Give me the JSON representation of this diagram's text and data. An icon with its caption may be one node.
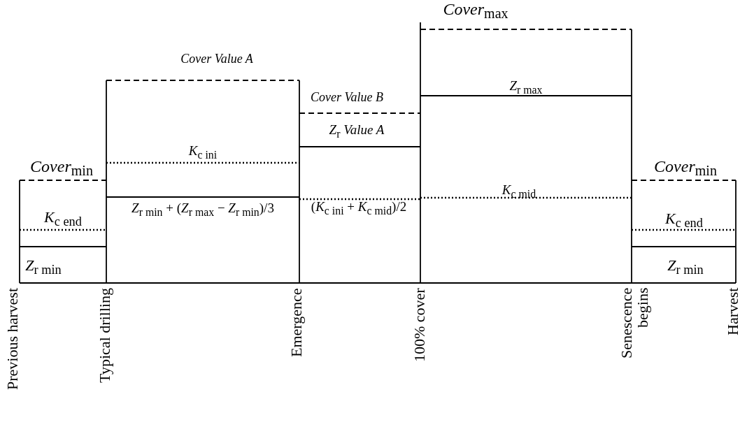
{
  "diagram": {
    "labels": [
      "*Cover*$_{max}$",
      "Cover Value A",
      "Cover Value B",
      "*Z*$_{r max}$",
      "*Z*$_{r}$ *Value A*",
      "*Cover*$_{min}$",
      "*K*$_{c ini}$",
      "*Cover*$_{min}$",
      "(*K*$_{c ini}$ + *K*$_{c mid}$)/2",
      "*K*$_{c mid}$",
      "*K*$_{c end}$",
      "*Z*$_{r min}$ + (*Z*$_{r max}$ − *Z*$_{r min}$)/3",
      "*K*$_{c end}$",
      "*Z*$_{r min}$",
      "*Z*$_{r min}$",
      "Previous harvest",
      "Typical drilling",
      "Emergence",
      "100% cover",
      "Senescence begins",
      "Harvest"
    ]
  }
}
